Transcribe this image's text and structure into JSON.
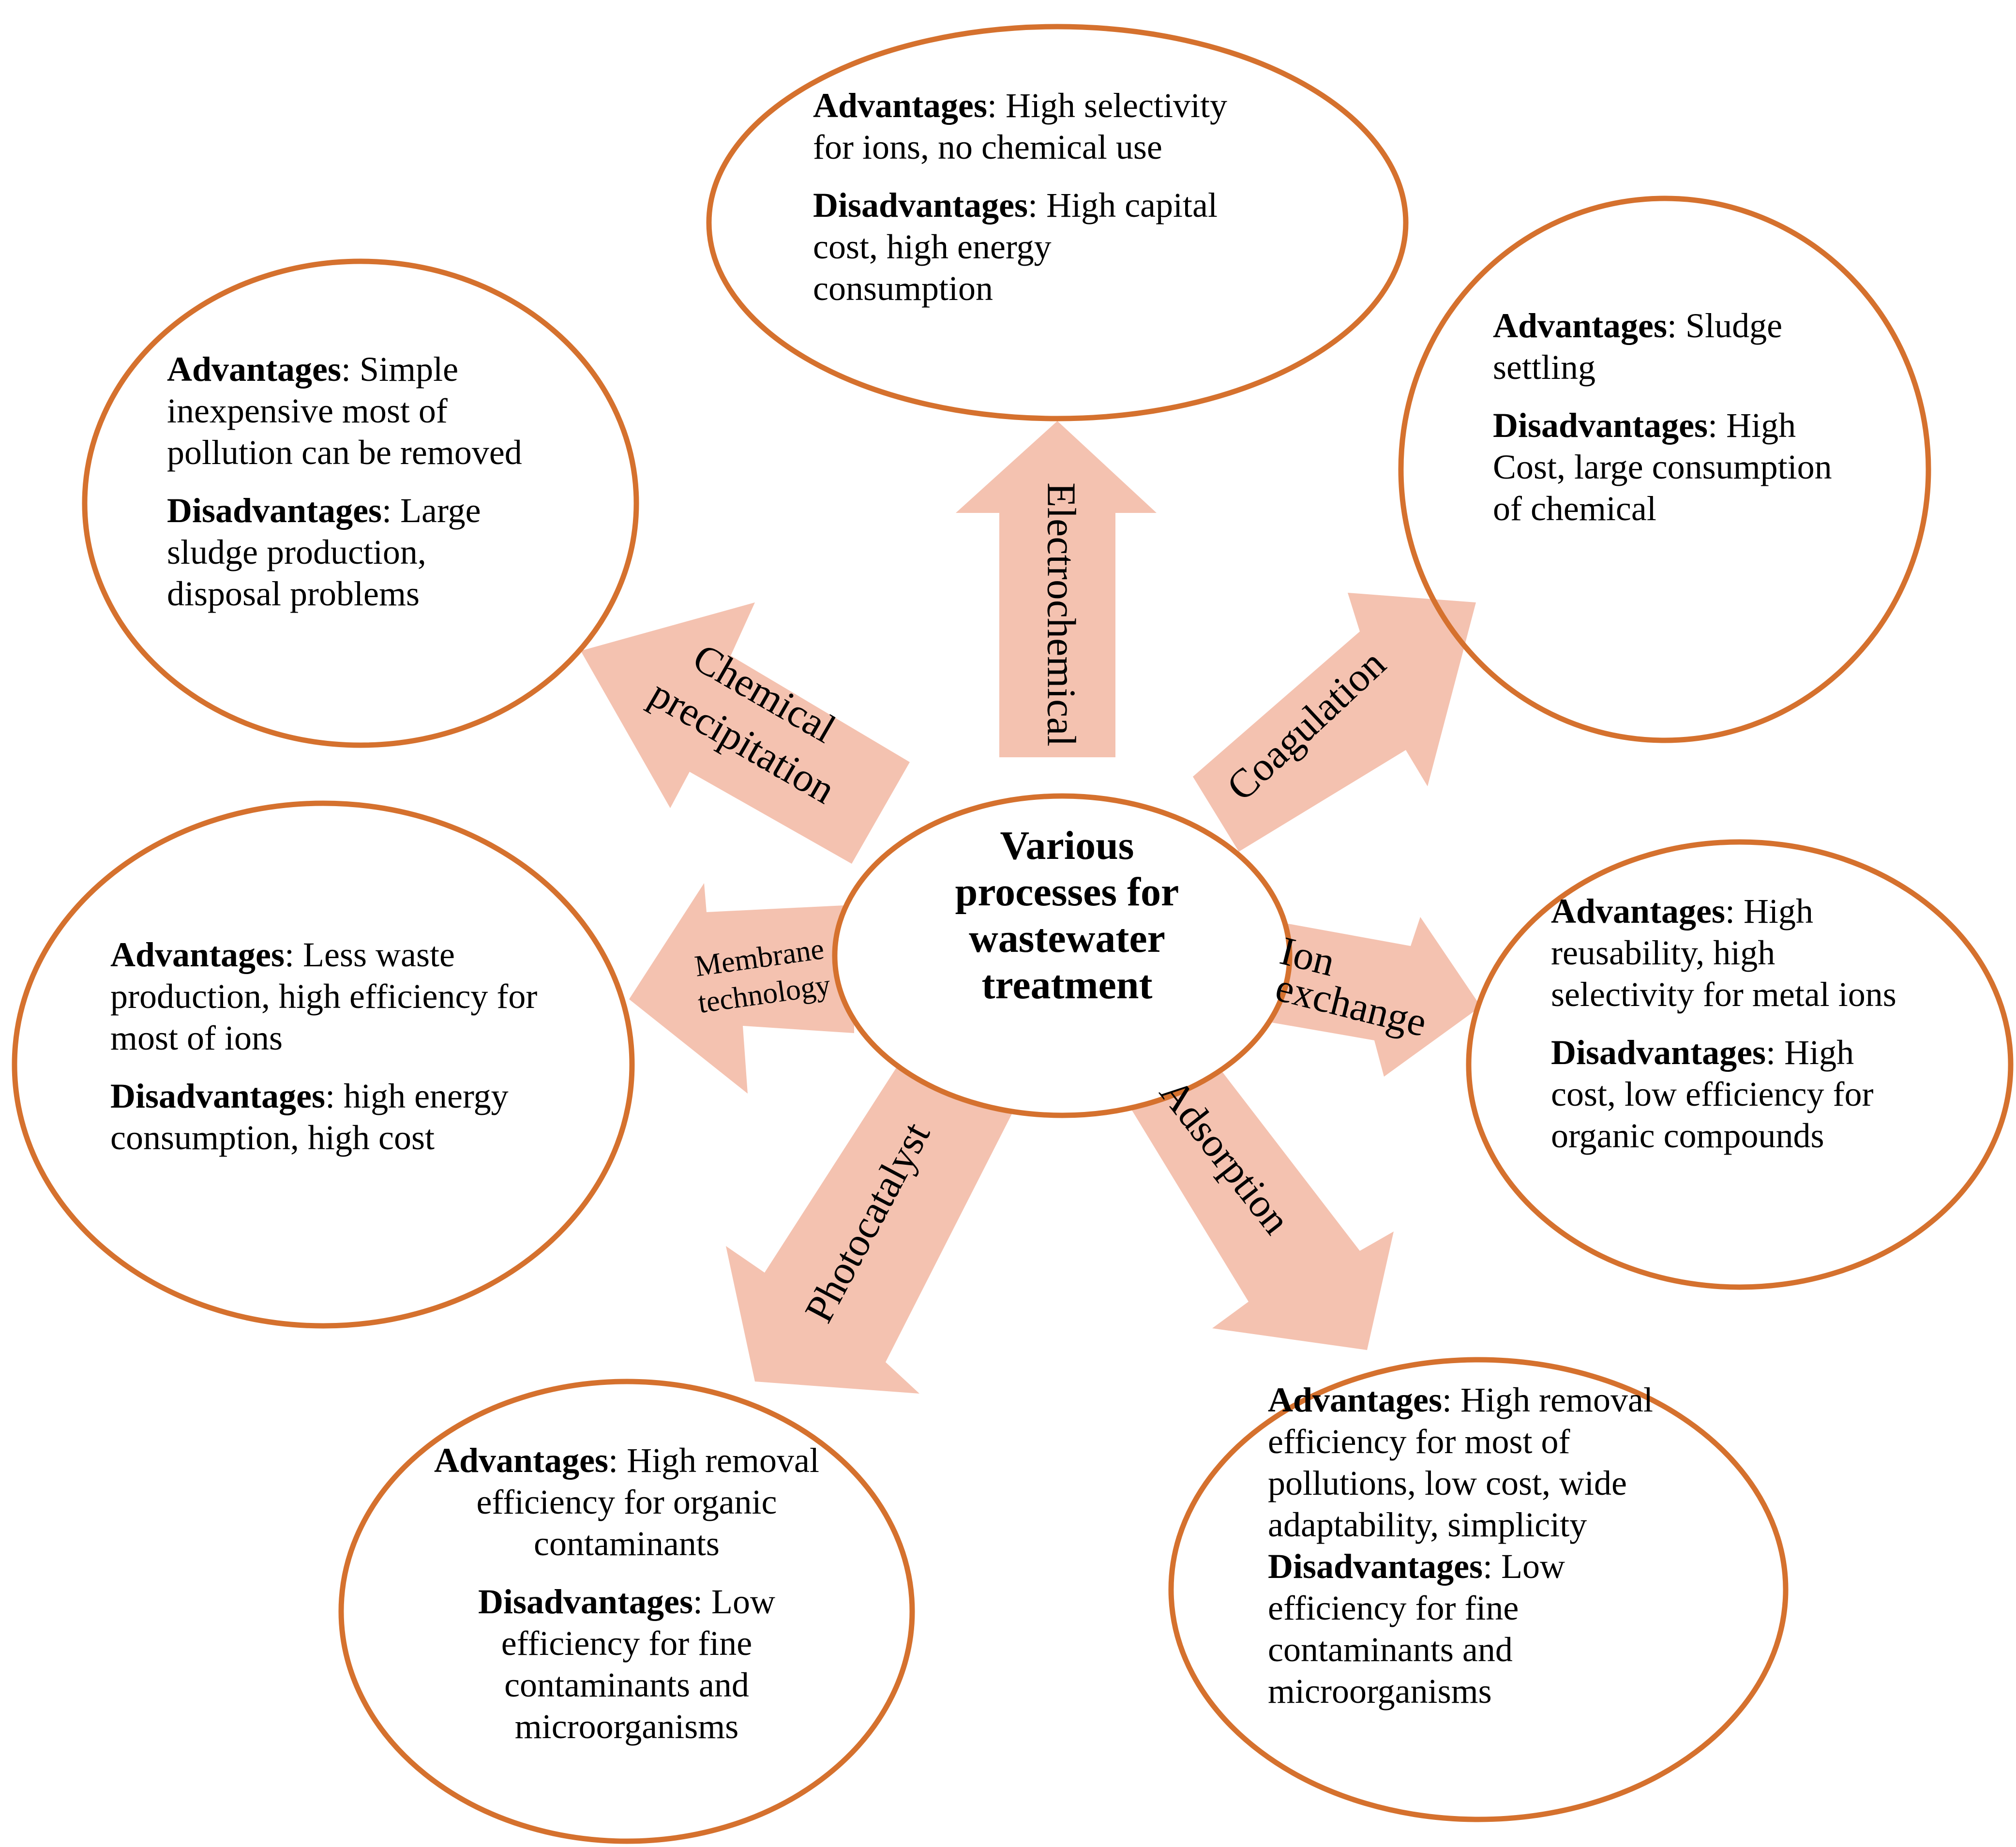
{
  "center": {
    "line1": "Various",
    "line2": "processes for",
    "line3": "wastewater",
    "line4": "treatment"
  },
  "colors": {
    "outline": "#d5712e",
    "arrow": "#f4c2b0"
  },
  "processes": {
    "electrochemical": {
      "label": "Electrochemical",
      "adv_head": "Advantages",
      "adv": ": High selectivity for ions, no chemical use",
      "dis_head": "Disadvantages",
      "dis": ": High capital cost, high energy consumption"
    },
    "coagulation": {
      "label": "Coagulation",
      "adv_head": "Advantages",
      "adv": ": Sludge settling",
      "dis_head": "Disadvantages",
      "dis": ": High Cost, large consumption of chemical"
    },
    "chemical_precipitation": {
      "label_line1": "Chemical",
      "label_line2": "precipitation",
      "adv_head": "Advantages",
      "adv": ": Simple inexpensive most of pollution can be removed",
      "dis_head": "Disadvantages",
      "dis": ": Large sludge production, disposal problems"
    },
    "membrane": {
      "label_line1": "Membrane",
      "label_line2": "technology",
      "adv_head": "Advantages",
      "adv": ": Less waste production, high efficiency for most of ions",
      "dis_head": "Disadvantages",
      "dis": ": high energy consumption, high cost"
    },
    "ion_exchange": {
      "label_line1": "Ion",
      "label_line2": "exchange",
      "adv_head": "Advantages",
      "adv": ": High reusability, high selectivity for metal ions",
      "dis_head": "Disadvantages",
      "dis": ": High cost, low efficiency for organic compounds"
    },
    "photocatalyst": {
      "label": "Photocatalyst",
      "adv_head": "Advantages",
      "adv": ": High removal efficiency for organic contaminants",
      "dis_head": "Disadvantages",
      "dis": ": Low efficiency for fine contaminants and microorganisms"
    },
    "adsorption": {
      "label": "Adsorption",
      "adv_head": "Advantages",
      "adv": ": High removal efficiency for most of pollutions, low cost, wide adaptability, simplicity",
      "dis_head": "Disadvantages",
      "dis": ": Low  efficiency for fine contaminants and microorganisms"
    }
  }
}
